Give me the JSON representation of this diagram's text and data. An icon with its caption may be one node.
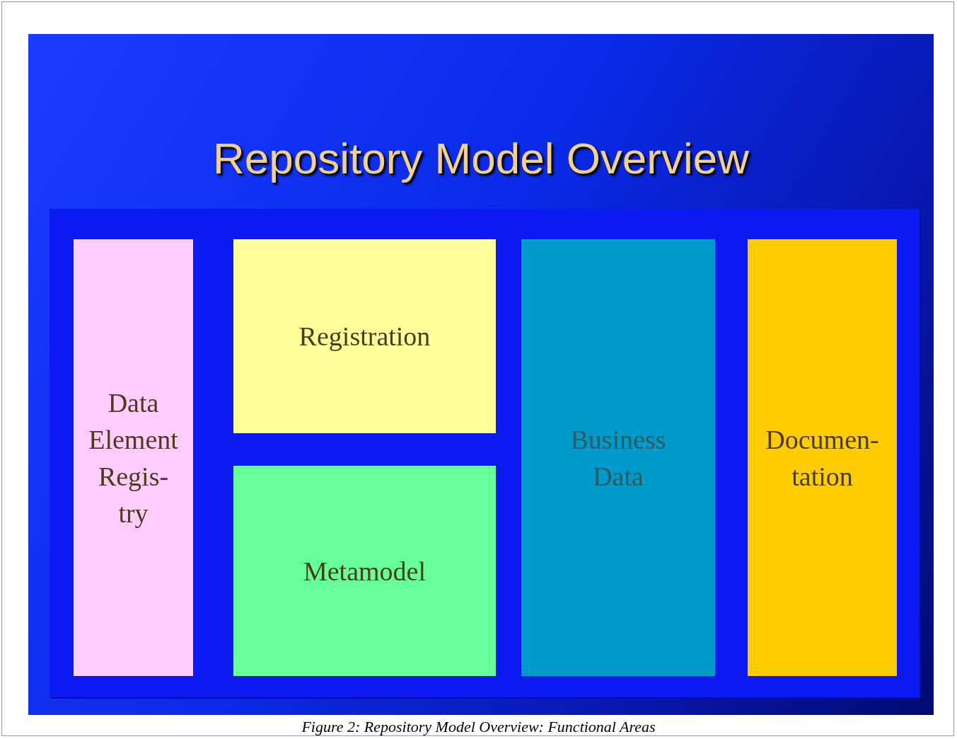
{
  "diagram": {
    "title": "Repository Model Overview",
    "caption": "Figure 2: Repository Model Overview: Functional Areas",
    "nodes": [
      {
        "text": [],
        "shape": "box"
      },
      {
        "text": [
          "Data Element Regis- try"
        ],
        "in": 0
      },
      {
        "text": [
          "Registration"
        ],
        "in": 0
      },
      {
        "text": [
          "Metamodel"
        ],
        "in": 0
      },
      {
        "text": [
          "Business Data"
        ],
        "in": 0
      },
      {
        "text": [
          "Documen- tation"
        ],
        "in": 0
      }
    ],
    "edges": []
  }
}
